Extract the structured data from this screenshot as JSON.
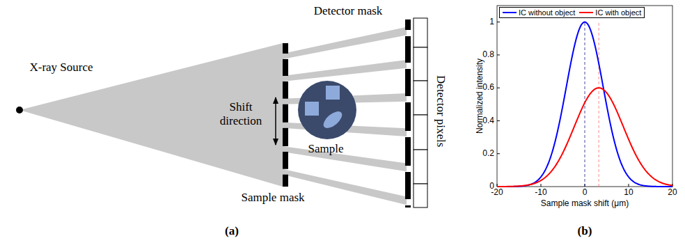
{
  "diagram": {
    "labels": [
      "X-ray Source",
      "Detector mask",
      "Detector pixels",
      "Shift direction",
      "Sample",
      "Sample mask",
      "(a)",
      "Normalized intensity",
      "Sample mask shift (μm)",
      "-20",
      "-10",
      "0",
      "10",
      "20",
      "0",
      "0.2",
      "0.4",
      "0.6",
      "0.8",
      "1",
      "(b)"
    ],
    "legend": [
      {
        "text": "IC without object"
      },
      {
        "text": "IC with object"
      }
    ]
  }
}
